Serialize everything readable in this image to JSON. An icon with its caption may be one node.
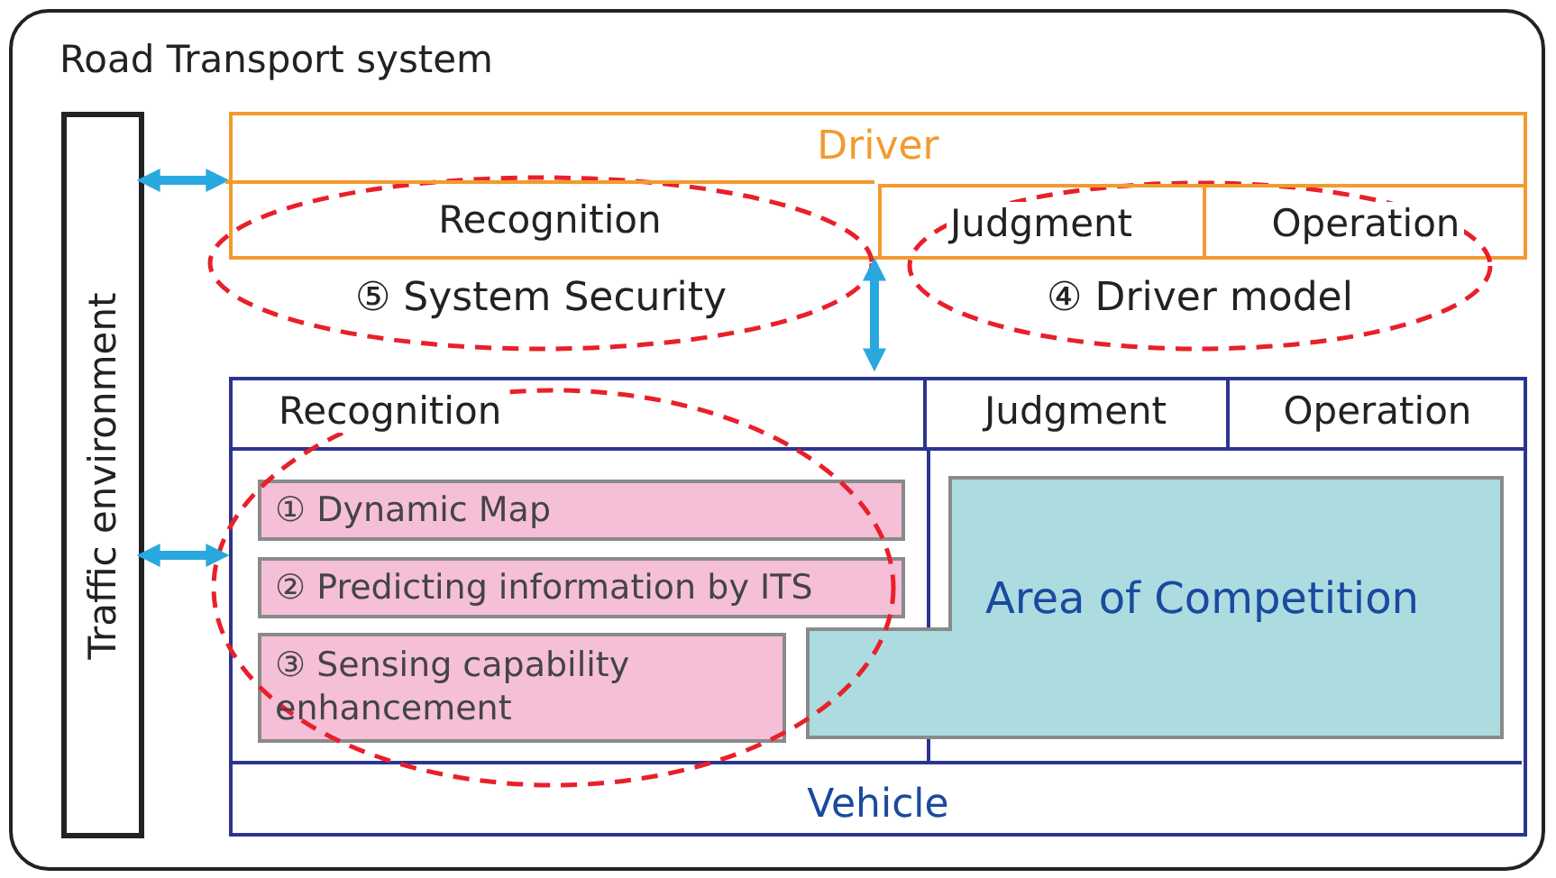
{
  "diagram": {
    "nodes": [
      {
        "text": [
          "Road Transport system"
        ]
      },
      {
        "text": [
          "Traffic environment"
        ],
        "in": 0
      },
      {
        "text": [
          "Driver"
        ],
        "in": 0
      },
      {
        "text": [
          "Recognition"
        ]
      },
      {
        "text": [
          "Judgment"
        ],
        "in": 2
      },
      {
        "text": [
          "Operation"
        ],
        "in": 2
      },
      {
        "text": [
          "⑤ System Security"
        ],
        "in": 0
      },
      {
        "text": [
          "④ Driver model"
        ],
        "in": 0
      },
      {
        "text": [
          "Vehicle"
        ],
        "in": 0
      },
      {
        "text": [
          "Recognition"
        ],
        "in": 8
      },
      {
        "text": [
          "Judgment"
        ],
        "in": 8
      },
      {
        "text": [
          "Operation"
        ],
        "in": 8
      },
      {
        "text": [
          "① Dynamic Map"
        ],
        "in": 16
      },
      {
        "text": [
          "② Predicting information by ITS"
        ],
        "in": 16
      },
      {
        "text": [
          "③ Sensing capability enhancement"
        ],
        "in": 16
      },
      {
        "text": [
          "Area of Competition"
        ],
        "in": 8
      },
      {
        "text": [],
        "shape": "ellipse",
        "in": 8
      }
    ],
    "edges": [
      {
        "from": 1,
        "to": 2,
        "arrow": "both"
      },
      {
        "from": 2,
        "to": 8,
        "arrow": "both"
      },
      {
        "from": 1,
        "to": 8,
        "arrow": "both"
      }
    ]
  }
}
